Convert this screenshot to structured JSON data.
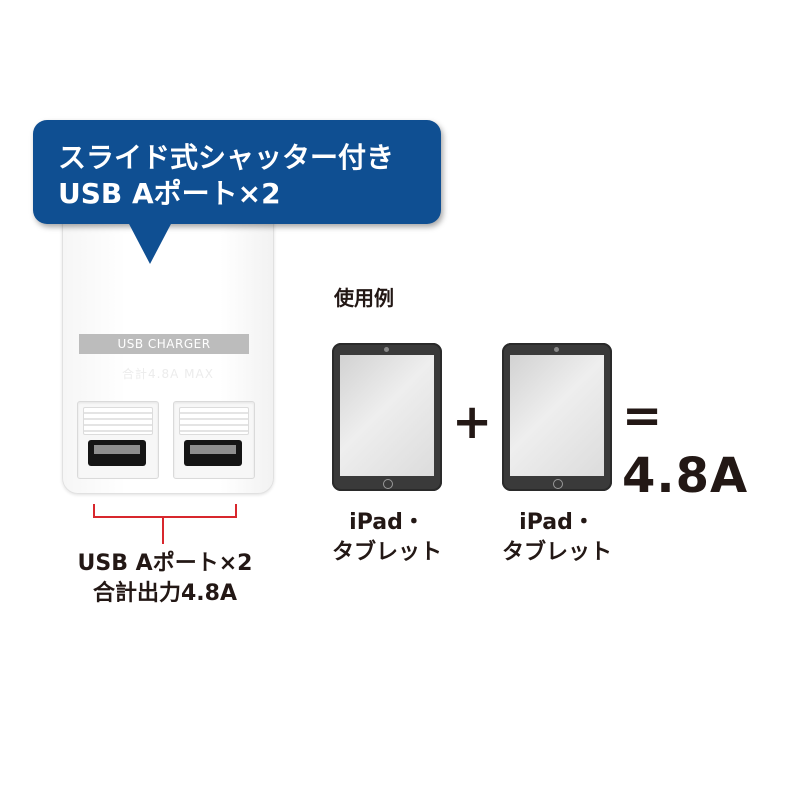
{
  "callout": {
    "line1": "スライド式シャッター付き",
    "line2": "USB Aポート×2"
  },
  "charger": {
    "label": "USB CHARGER",
    "output_text": "合計4.8A MAX"
  },
  "port_caption": {
    "line1": "USB Aポート×2",
    "line2": "合計出力4.8A"
  },
  "usage": {
    "title": "使用例",
    "devices": [
      {
        "line1": "iPad・",
        "line2": "タブレット"
      },
      {
        "line1": "iPad・",
        "line2": "タブレット"
      }
    ],
    "plus": "+",
    "result": "= 4.8A"
  },
  "colors": {
    "callout_blue": "#0f4f92",
    "bracket_red": "#d8272d",
    "text_dark": "#231815"
  }
}
